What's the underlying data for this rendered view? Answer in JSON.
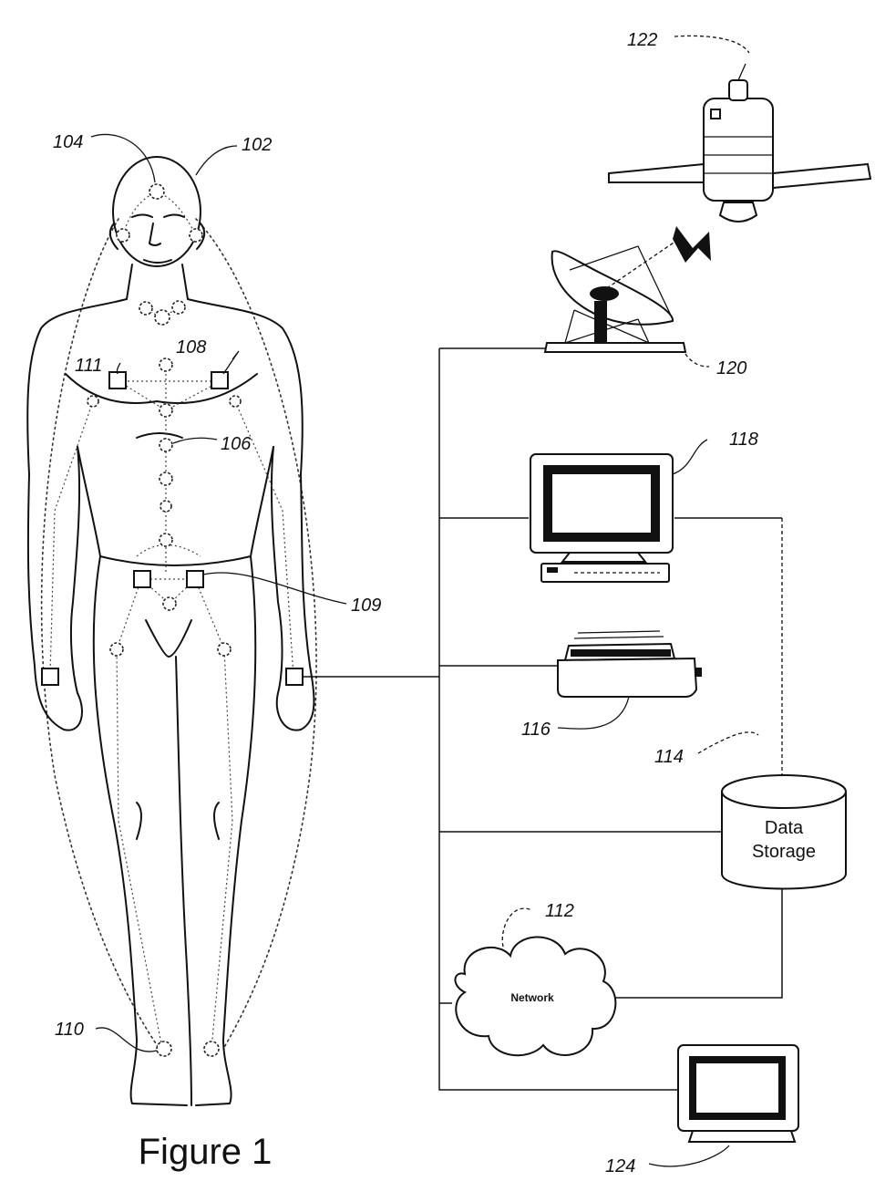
{
  "figure": {
    "title": "Figure 1"
  },
  "labels": {
    "body": "102",
    "head_sensor": "104",
    "torso_sensor": "106",
    "chest_sensor_right": "108",
    "hip_sensor": "109",
    "ankle_sensor": "110",
    "chest_sensor_left": "111",
    "network": "112",
    "data_storage": "114",
    "printer": "116",
    "computer": "118",
    "satellite_dish": "120",
    "satellite": "122",
    "remote_monitor": "124"
  },
  "boxes": {
    "data_storage_line1": "Data",
    "data_storage_line2": "Storage",
    "network_label": "Network"
  }
}
